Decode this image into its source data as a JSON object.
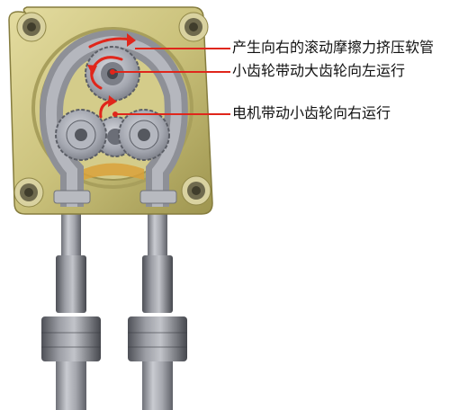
{
  "annotations": {
    "friction_squeeze": "产生向右的滚动摩擦力挤压软管",
    "small_drives_large": "小齿轮带动大齿轮向左运行",
    "motor_drives_small": "电机带动小齿轮向右运行"
  },
  "colors": {
    "housing": "#c9c07a",
    "housing_dark": "#8f8646",
    "housing_light": "#e3dca0",
    "gear": "#a7aab4",
    "gear_dark": "#6c6f78",
    "tube": "#9a9ca3",
    "arrow": "#e0261b",
    "leader": "#e0261b"
  },
  "icons": [
    "corner-screw-icon",
    "rotation-arrow-icon",
    "gear-icon"
  ]
}
